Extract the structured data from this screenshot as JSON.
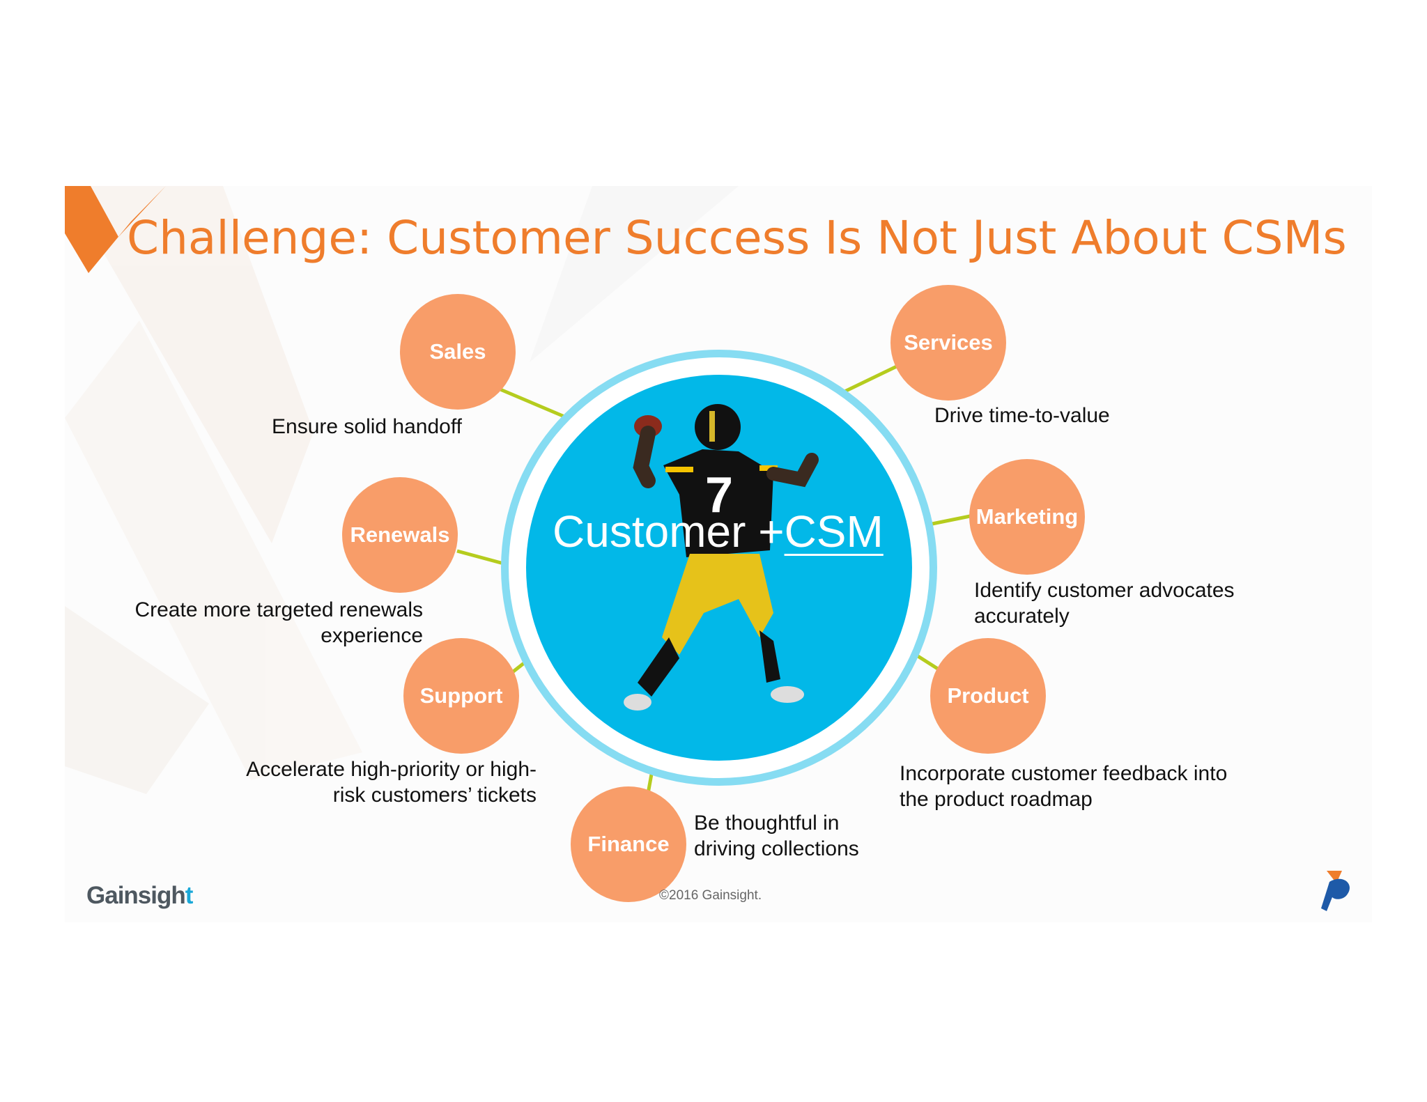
{
  "slide": {
    "title": "Challenge: Customer Success Is Not Just About CSMs",
    "copyright": "©2016 Gainsight.",
    "logo_text": "Gainsigh",
    "logo_text_accent": "t"
  },
  "center": {
    "customer_label": "Customer",
    "plus": "+",
    "csm_label": "CSM",
    "jersey_number": "7"
  },
  "departments": {
    "sales": {
      "label": "Sales",
      "description": "Ensure solid handoff"
    },
    "renewals": {
      "label": "Renewals",
      "description_line1": "Create more targeted renewals",
      "description_line2": "experience"
    },
    "support": {
      "label": "Support",
      "description_line1": "Accelerate high-priority or high-",
      "description_line2": "risk customers’ tickets"
    },
    "finance": {
      "label": "Finance",
      "description_line1": "Be thoughtful in",
      "description_line2": "driving collections"
    },
    "product": {
      "label": "Product",
      "description_line1": "Incorporate customer feedback into",
      "description_line2": "the product roadmap"
    },
    "marketing": {
      "label": "Marketing",
      "description_line1": "Identify customer advocates",
      "description_line2": "accurately"
    },
    "services": {
      "label": "Services",
      "description": "Drive time-to-value"
    }
  },
  "colors": {
    "title_orange": "#ef7d2c",
    "bubble_orange": "#f89d69",
    "circle_blue": "#02b8e8",
    "ring_blue": "#86dcf2",
    "connector_green": "#b5cc1e"
  }
}
